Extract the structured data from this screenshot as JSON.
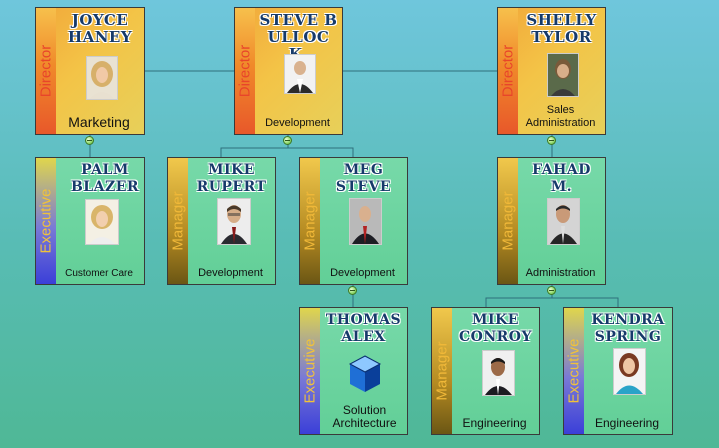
{
  "nodes": [
    {
      "id": "joyce",
      "name": "JOYCE HANEY",
      "role": "Director",
      "dept": "Marketing"
    },
    {
      "id": "steve",
      "name": "STEVE BULLOC K.",
      "role": "Director",
      "dept": "Development"
    },
    {
      "id": "shelly",
      "name": "SHELLY TYLOR",
      "role": "Director",
      "dept": "Sales Administration"
    },
    {
      "id": "palm",
      "name": "PALM BLAZER",
      "role": "Executive",
      "dept": "Customer Care"
    },
    {
      "id": "mike_r",
      "name": "MIKE RUPERT",
      "role": "Manager",
      "dept": "Development"
    },
    {
      "id": "meg",
      "name": "MEG STEVE",
      "role": "Manager",
      "dept": "Development"
    },
    {
      "id": "fahad",
      "name": "FAHAD M.",
      "role": "Manager",
      "dept": "Administration"
    },
    {
      "id": "thomas",
      "name": "THOMAS ALEX",
      "role": "Executive",
      "dept": "Solution Architecture"
    },
    {
      "id": "mike_c",
      "name": "MIKE CONROY",
      "role": "Manager",
      "dept": "Engineering"
    },
    {
      "id": "kendra",
      "name": "KENDRA SPRING",
      "role": "Executive",
      "dept": "Engineering"
    }
  ],
  "colors": {
    "director": "#f3c447",
    "card": "#6fd49e",
    "link": "#2f6f7c"
  }
}
